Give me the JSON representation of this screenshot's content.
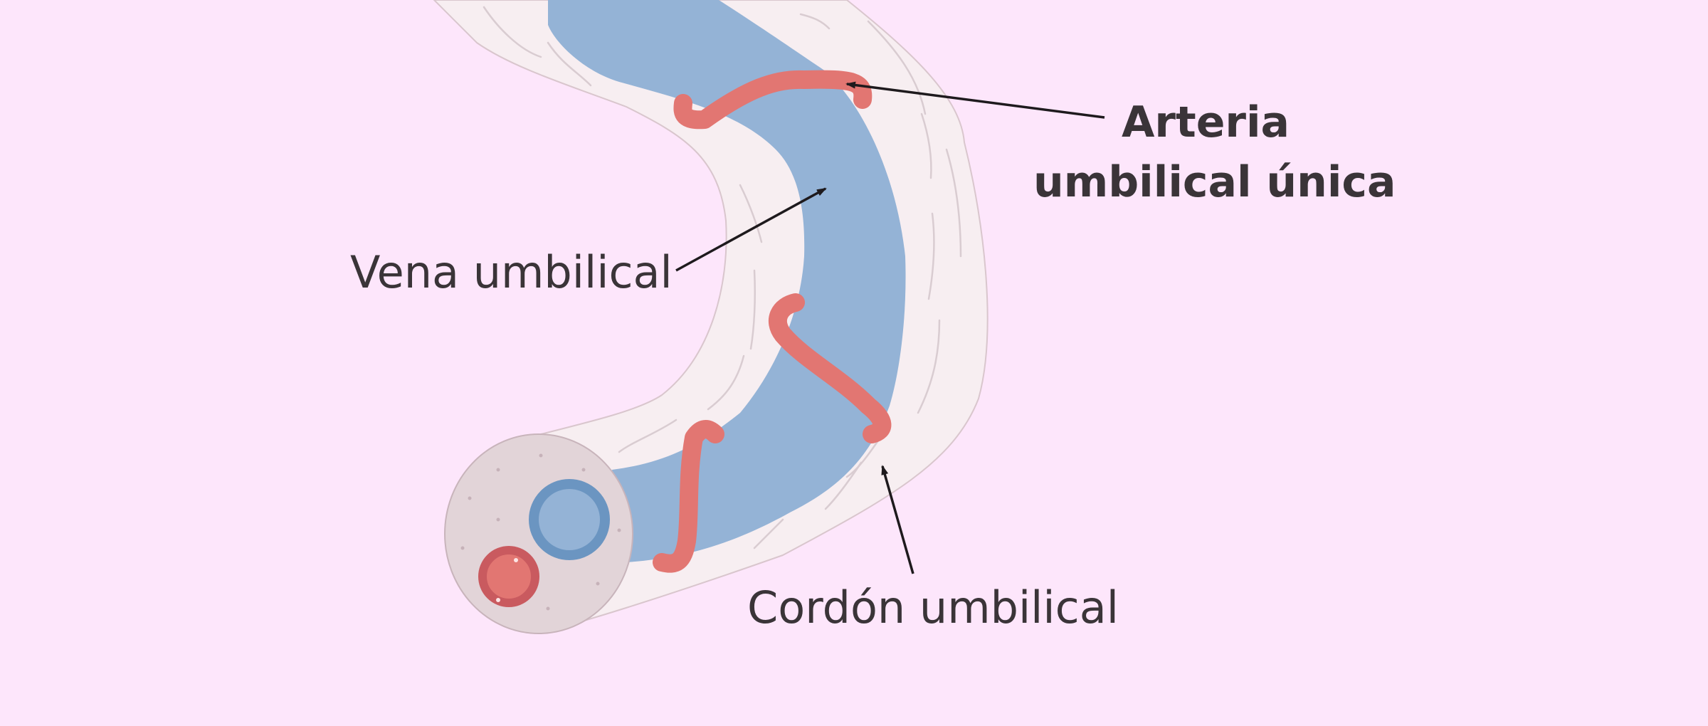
{
  "labels": {
    "vena": "Vena umbilical",
    "arteria_line1": "Arteria",
    "arteria_line2": "umbilical única",
    "cordon": "Cordón umbilical"
  },
  "colors": {
    "background": "#fde6fb",
    "cord_tissue": "#f7eef1",
    "cord_section": "#e2d4d8",
    "vein": "#94b3d6",
    "vein_ring": "#6b95c1",
    "artery": "#e27672",
    "artery_ring": "#c95a5f",
    "text": "#3a3438"
  }
}
